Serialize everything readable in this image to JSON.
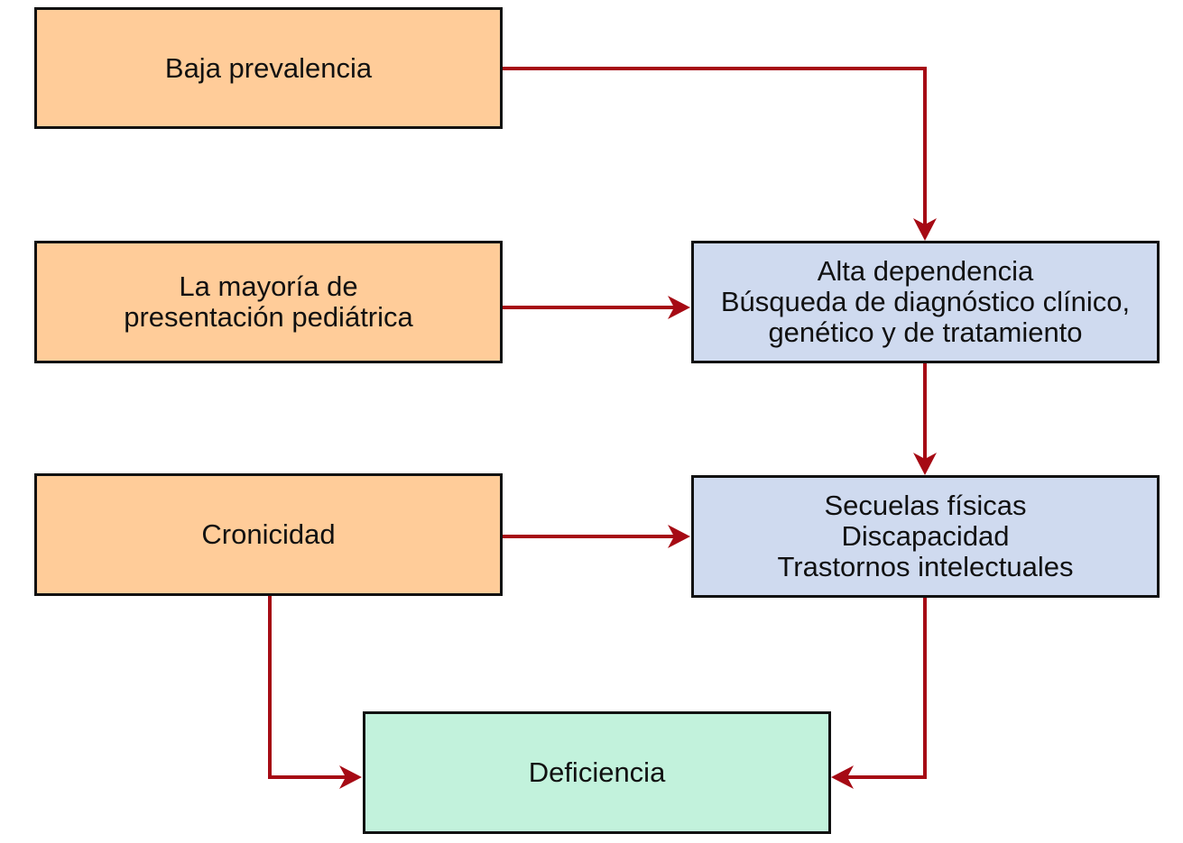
{
  "colors": {
    "cause_fill": "#ffcc99",
    "consequence_fill": "#cfdaef",
    "outcome_fill": "#c2f2dc",
    "arrow": "#a60a14",
    "border": "#111111"
  },
  "boxes": {
    "baja": {
      "lines": [
        "Baja prevalencia"
      ]
    },
    "mayoria": {
      "lines": [
        "La mayoría de",
        "presentación pediátrica"
      ]
    },
    "cronicidad": {
      "lines": [
        "Cronicidad"
      ]
    },
    "alta": {
      "lines": [
        "Alta dependencia",
        "Búsqueda de diagnóstico clínico,",
        "genético y de tratamiento"
      ]
    },
    "secuelas": {
      "lines": [
        "Secuelas físicas",
        "Discapacidad",
        "Trastornos intelectuales"
      ]
    },
    "deficiencia": {
      "lines": [
        "Deficiencia"
      ]
    }
  },
  "connections": [
    {
      "from": "baja",
      "to": "alta"
    },
    {
      "from": "mayoria",
      "to": "alta"
    },
    {
      "from": "alta",
      "to": "secuelas"
    },
    {
      "from": "cronicidad",
      "to": "secuelas"
    },
    {
      "from": "cronicidad",
      "to": "deficiencia"
    },
    {
      "from": "secuelas",
      "to": "deficiencia"
    }
  ]
}
